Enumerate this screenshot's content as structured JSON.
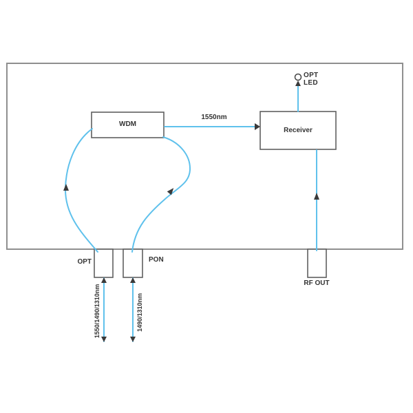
{
  "diagram": {
    "type": "block-diagram",
    "description": "Optical node / PON-RF overlay receiver block diagram",
    "blocks": {
      "wdm": "WDM",
      "receiver": "Receiver"
    },
    "labels": {
      "link_1550": "1550nm",
      "opt_led_line1": "OPT",
      "opt_led_line2": "LED",
      "port_opt": "OPT",
      "port_pon": "PON",
      "port_rf": "RF OUT",
      "opt_wavelengths": "1550/1490/1310nm",
      "pon_wavelengths": "1490/1310nm"
    },
    "colors": {
      "fiber_blue": "#5fc1ec",
      "box_border": "#5f5f5f",
      "enclosure_border": "#8f8f8f",
      "arrow": "#3a3a3a",
      "text": "#333333",
      "background": "#ffffff"
    }
  }
}
